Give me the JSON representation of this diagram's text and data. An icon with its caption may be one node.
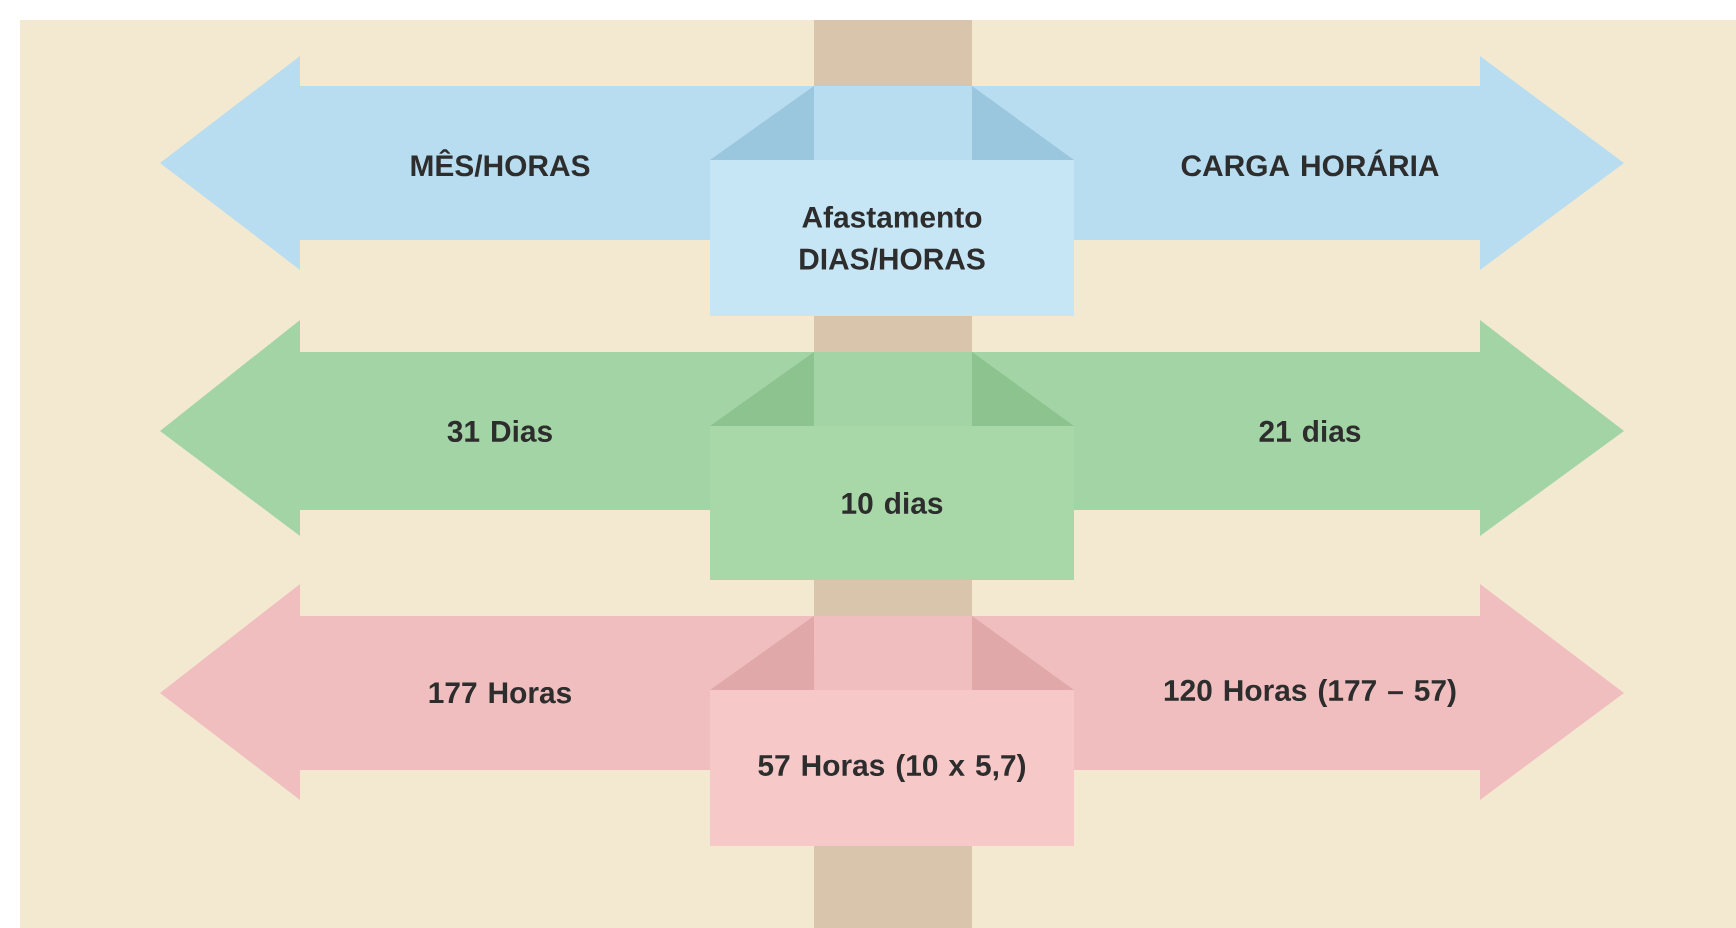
{
  "diagram": {
    "nodes": [
      {
        "text": [
          "MÊS/HORAS",
          "CARGA HORÁRIA"
        ]
      },
      {
        "text": [
          "Afastamento DIAS/HORAS"
        ]
      },
      {
        "text": [
          "31 Dias",
          "21 dias"
        ]
      },
      {
        "text": [
          "10 dias"
        ]
      },
      {
        "text": [
          "177 Horas",
          "120 Horas (177 – 57)"
        ]
      },
      {
        "text": [
          "57 Horas (10 x 5,7)"
        ]
      },
      {
        "text": [],
        "shape": "bar"
      }
    ]
  }
}
